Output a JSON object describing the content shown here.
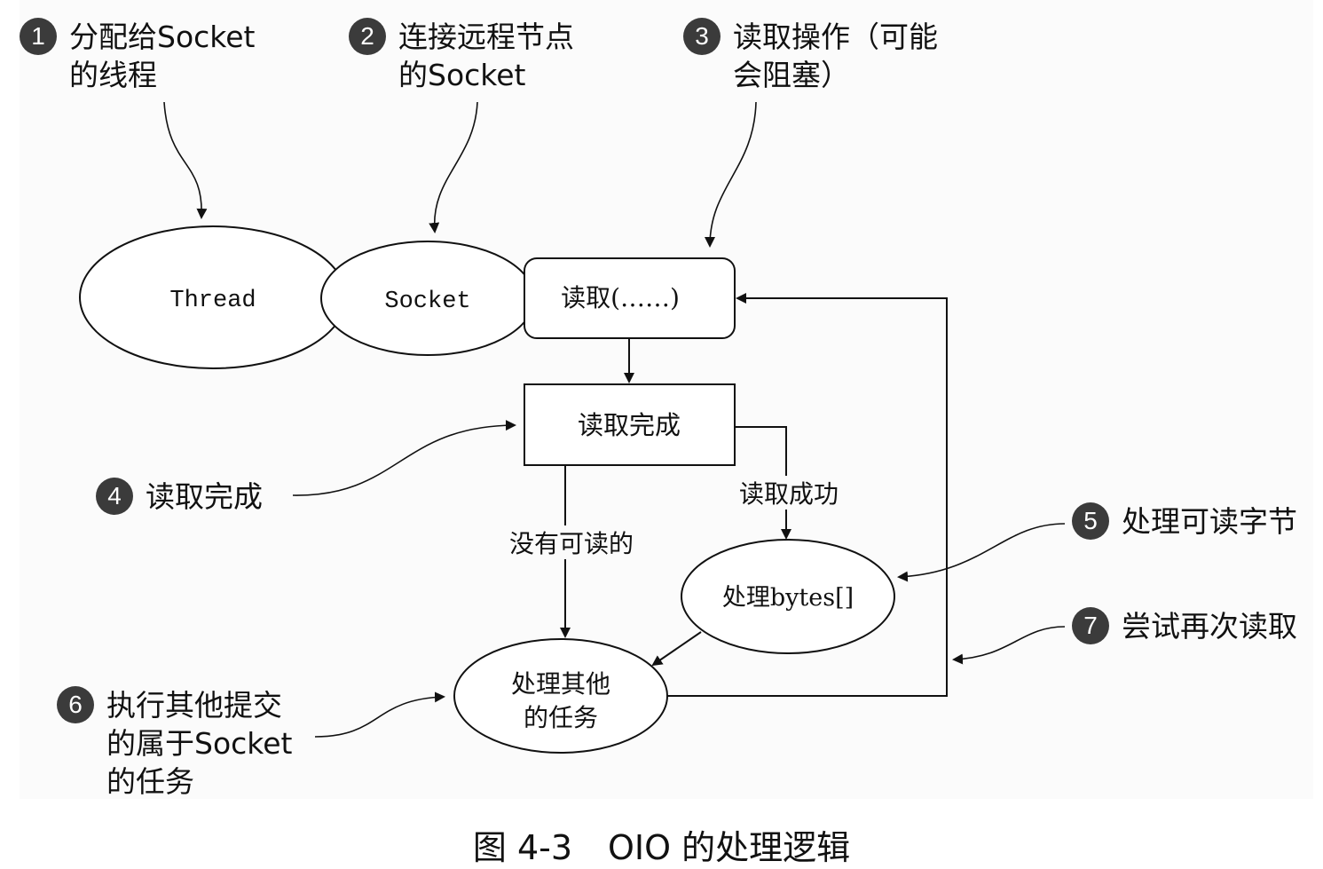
{
  "callouts": {
    "c1": {
      "num": "1",
      "lines": [
        "分配给Socket",
        "的线程"
      ]
    },
    "c2": {
      "num": "2",
      "lines": [
        "连接远程节点",
        "的Socket"
      ]
    },
    "c3": {
      "num": "3",
      "lines": [
        "读取操作（可能",
        "会阻塞）"
      ]
    },
    "c4": {
      "num": "4",
      "lines": [
        "读取完成"
      ]
    },
    "c5": {
      "num": "5",
      "lines": [
        "处理可读字节"
      ]
    },
    "c6": {
      "num": "6",
      "lines": [
        "执行其他提交",
        "的属于Socket",
        "的任务"
      ]
    },
    "c7": {
      "num": "7",
      "lines": [
        "尝试再次读取"
      ]
    }
  },
  "nodes": {
    "thread": "Thread",
    "socket": "Socket",
    "read_call": "读取(……)",
    "read_complete": "读取完成",
    "process_bytes": "处理bytes[]",
    "other_tasks": [
      "处理其他",
      "的任务"
    ]
  },
  "edges": {
    "read_success": "读取成功",
    "nothing_readable": "没有可读的"
  },
  "caption": {
    "figure": "图 4-3",
    "title": "OIO 的处理逻辑"
  },
  "colors": {
    "badge": "#3b3b3b",
    "line": "#111111",
    "panel": "#fbfbfb"
  }
}
